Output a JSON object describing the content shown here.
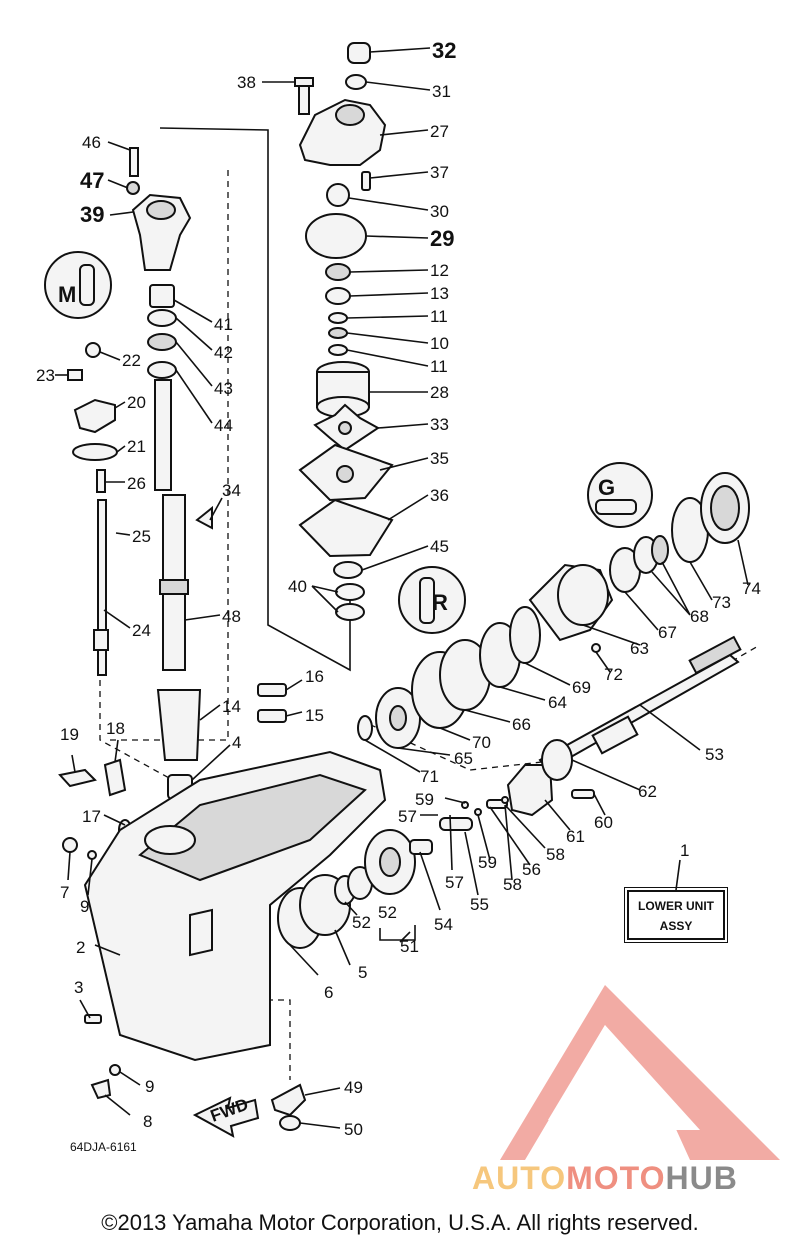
{
  "diagram": {
    "callouts": [
      {
        "id": "c32",
        "text": "32"
      },
      {
        "id": "c31",
        "text": "31"
      },
      {
        "id": "c38",
        "text": "38"
      },
      {
        "id": "c27",
        "text": "27"
      },
      {
        "id": "c37",
        "text": "37"
      },
      {
        "id": "c30",
        "text": "30"
      },
      {
        "id": "c29",
        "text": "29"
      },
      {
        "id": "c12",
        "text": "12"
      },
      {
        "id": "c13",
        "text": "13"
      },
      {
        "id": "c11a",
        "text": "11"
      },
      {
        "id": "c10",
        "text": "10"
      },
      {
        "id": "c11b",
        "text": "11"
      },
      {
        "id": "c28",
        "text": "28"
      },
      {
        "id": "c33",
        "text": "33"
      },
      {
        "id": "c35",
        "text": "35"
      },
      {
        "id": "c36",
        "text": "36"
      },
      {
        "id": "c45",
        "text": "45"
      },
      {
        "id": "c40",
        "text": "40"
      },
      {
        "id": "c46",
        "text": "46"
      },
      {
        "id": "c47",
        "text": "47"
      },
      {
        "id": "c39",
        "text": "39"
      },
      {
        "id": "c41",
        "text": "41"
      },
      {
        "id": "c42",
        "text": "42"
      },
      {
        "id": "c43",
        "text": "43"
      },
      {
        "id": "c44",
        "text": "44"
      },
      {
        "id": "c22",
        "text": "22"
      },
      {
        "id": "c23",
        "text": "23"
      },
      {
        "id": "c20",
        "text": "20"
      },
      {
        "id": "c21",
        "text": "21"
      },
      {
        "id": "c26",
        "text": "26"
      },
      {
        "id": "c34",
        "text": "34"
      },
      {
        "id": "c25",
        "text": "25"
      },
      {
        "id": "c24",
        "text": "24"
      },
      {
        "id": "c48",
        "text": "48"
      },
      {
        "id": "c16",
        "text": "16"
      },
      {
        "id": "c15",
        "text": "15"
      },
      {
        "id": "c14",
        "text": "14"
      },
      {
        "id": "c4",
        "text": "4"
      },
      {
        "id": "c19",
        "text": "19"
      },
      {
        "id": "c18",
        "text": "18"
      },
      {
        "id": "c17",
        "text": "17"
      },
      {
        "id": "c7",
        "text": "7"
      },
      {
        "id": "c9a",
        "text": "9"
      },
      {
        "id": "c2",
        "text": "2"
      },
      {
        "id": "c3",
        "text": "3"
      },
      {
        "id": "c9b",
        "text": "9"
      },
      {
        "id": "c8",
        "text": "8"
      },
      {
        "id": "c49",
        "text": "49"
      },
      {
        "id": "c50",
        "text": "50"
      },
      {
        "id": "c6",
        "text": "6"
      },
      {
        "id": "c5",
        "text": "5"
      },
      {
        "id": "c52a",
        "text": "52"
      },
      {
        "id": "c52b",
        "text": "52"
      },
      {
        "id": "c51",
        "text": "51"
      },
      {
        "id": "c54",
        "text": "54"
      },
      {
        "id": "c55",
        "text": "55"
      },
      {
        "id": "c57a",
        "text": "57"
      },
      {
        "id": "c57b",
        "text": "57"
      },
      {
        "id": "c59a",
        "text": "59"
      },
      {
        "id": "c59b",
        "text": "59"
      },
      {
        "id": "c58a",
        "text": "58"
      },
      {
        "id": "c58b",
        "text": "58"
      },
      {
        "id": "c56",
        "text": "56"
      },
      {
        "id": "c61",
        "text": "61"
      },
      {
        "id": "c60",
        "text": "60"
      },
      {
        "id": "c62",
        "text": "62"
      },
      {
        "id": "c53",
        "text": "53"
      },
      {
        "id": "c71",
        "text": "71"
      },
      {
        "id": "c65",
        "text": "65"
      },
      {
        "id": "c70",
        "text": "70"
      },
      {
        "id": "c66",
        "text": "66"
      },
      {
        "id": "c64",
        "text": "64"
      },
      {
        "id": "c69",
        "text": "69"
      },
      {
        "id": "c72",
        "text": "72"
      },
      {
        "id": "c63",
        "text": "63"
      },
      {
        "id": "c67",
        "text": "67"
      },
      {
        "id": "c68",
        "text": "68"
      },
      {
        "id": "c73",
        "text": "73"
      },
      {
        "id": "c74",
        "text": "74"
      },
      {
        "id": "c1",
        "text": "1"
      }
    ],
    "unit_label_line1": "LOWER UNIT",
    "unit_label_line2": "ASSY",
    "fwd_label": "FWD",
    "ref_code": "64DJA-6161",
    "grease_marks": [
      "M",
      "G",
      "R"
    ]
  },
  "brand": {
    "auto": "AUTO",
    "moto": "MOTO",
    "hub": "HUB",
    "auto_color": "#f6c77d",
    "moto_color": "#ef8f80",
    "hub_color": "#8a8a8a",
    "logo_color": "#ee8f86"
  },
  "copyright": "©2013 Yamaha Motor Corporation, U.S.A. All rights reserved."
}
